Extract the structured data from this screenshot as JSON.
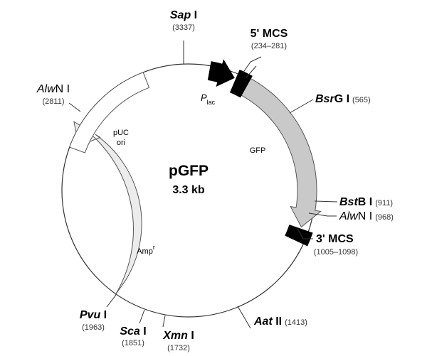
{
  "plasmid": {
    "name": "pGFP",
    "size_label": "3.3 kb"
  },
  "features": {
    "gfp": "GFP",
    "amp_base": "Amp",
    "amp_super": "r",
    "puc_line1": "pUC",
    "puc_line2": "ori",
    "plac_base": "P",
    "plac_sub": "lac"
  },
  "sites": {
    "sapi": {
      "enzyme_italic": "Sap",
      "enzyme_rest": " I",
      "position": "(3337)"
    },
    "mcs5": {
      "label": "5' MCS",
      "range": "(234–281)"
    },
    "bsrgi": {
      "enzyme_italic": "Bsr",
      "enzyme_rest": "G I",
      "position": "(565)"
    },
    "bstbi": {
      "enzyme_italic": "Bst",
      "enzyme_rest": "B I",
      "position": "(911)"
    },
    "alwni_968": {
      "enzyme_italic": "Alw",
      "enzyme_rest": "N I",
      "position": "(968)"
    },
    "mcs3": {
      "label": "3' MCS",
      "range": "(1005–1098)"
    },
    "aatii": {
      "enzyme_italic": "Aat",
      "enzyme_rest": " II",
      "position": "(1413)"
    },
    "xmni": {
      "enzyme_italic": "Xmn",
      "enzyme_rest": " I",
      "position": "(1732)"
    },
    "scai": {
      "enzyme_italic": "Sca",
      "enzyme_rest": " I",
      "position": "(1851)"
    },
    "pvui": {
      "enzyme_italic": "Pvu",
      "enzyme_rest": " I",
      "position": "(1963)"
    },
    "alwni_2811": {
      "enzyme_italic": "Alw",
      "enzyme_rest": "N I",
      "position": "(2811)"
    }
  }
}
